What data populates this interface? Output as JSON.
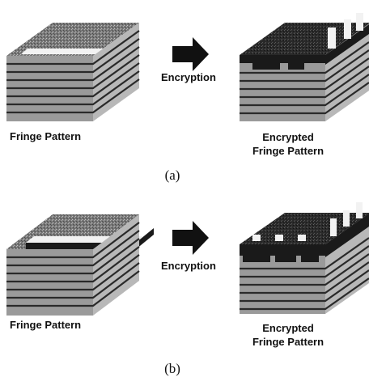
{
  "panels": [
    {
      "caption": "(a)",
      "left_label": "Fringe Pattern",
      "arrow_label": "Encryption",
      "right_label_lines": [
        "Encrypted",
        "Fringe Pattern"
      ]
    },
    {
      "caption": "(b)",
      "left_label": "Fringe Pattern",
      "arrow_label": "Encryption",
      "right_label_lines": [
        "Encrypted",
        "Fringe Pattern"
      ]
    }
  ],
  "colors": {
    "background": "#ffffff",
    "text": "#111111",
    "arrow": "#111111",
    "cube_top": "#707070",
    "cube_front": "#9a9a9a",
    "cube_side": "#b8b8b8",
    "stripe_dark": "#2a2a2a",
    "highlight": "#f2f2f2",
    "encrypted_dark": "#1a1a1a"
  }
}
